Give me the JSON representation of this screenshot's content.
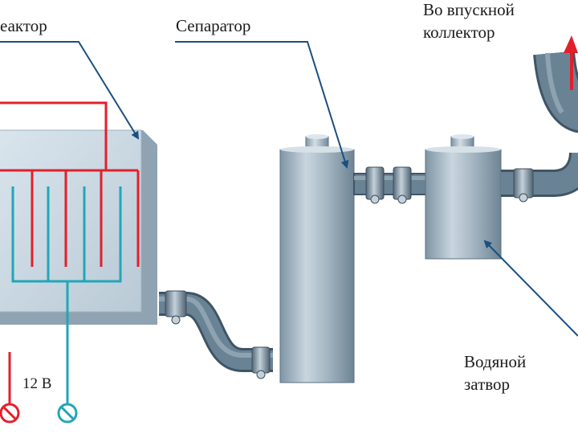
{
  "labels": {
    "reactor": "еактор",
    "separator": "Сепаратор",
    "intake_line1": "Во впускной",
    "intake_line2": "коллектор",
    "water_seal_line1": "Водяной",
    "water_seal_line2": "затвор",
    "voltage": "12 В"
  },
  "colors": {
    "pipe": "#5e7789",
    "tank": "#a7b9c6",
    "reactor_body": "#cfdce6",
    "red_wire": "#e2202c",
    "cyan_wire": "#22a6b8",
    "leader_line": "#1a4f80",
    "flow_arrow": "#e2202c"
  },
  "icons": [
    "flow-arrow-up-icon",
    "terminal-red-icon",
    "terminal-cyan-icon",
    "hose-clamp-icon"
  ]
}
